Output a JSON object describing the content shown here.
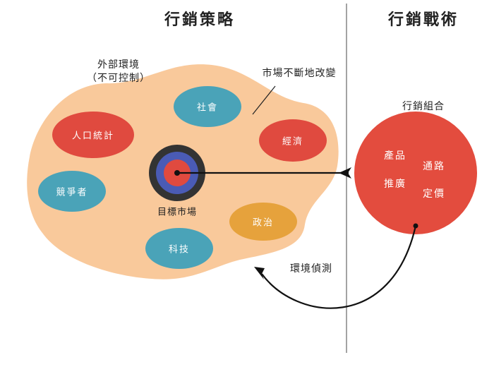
{
  "headers": {
    "strategy": "行銷策略",
    "tactics": "行銷戰術"
  },
  "environment": {
    "label_line1": "外部環境",
    "label_line2": "（不可控制）",
    "change_note": "市場不斷地改變"
  },
  "factors": {
    "society": "社會",
    "demographics": "人口統計",
    "economy": "經濟",
    "competitors": "競爭者",
    "politics": "政治",
    "technology": "科技"
  },
  "target": {
    "label": "目標市場"
  },
  "mix": {
    "title": "行銷組合",
    "product": "產品",
    "place": "通路",
    "promotion": "推廣",
    "price": "定價"
  },
  "feedback": {
    "label": "環境偵測"
  },
  "colors": {
    "blob": "#f9c99b",
    "red": "#e04a3f",
    "teal": "#4aa3b8",
    "orange": "#e6a23c",
    "mix": "#e34c3e",
    "target_dark": "#333333",
    "target_blue": "#4a5bb5"
  }
}
